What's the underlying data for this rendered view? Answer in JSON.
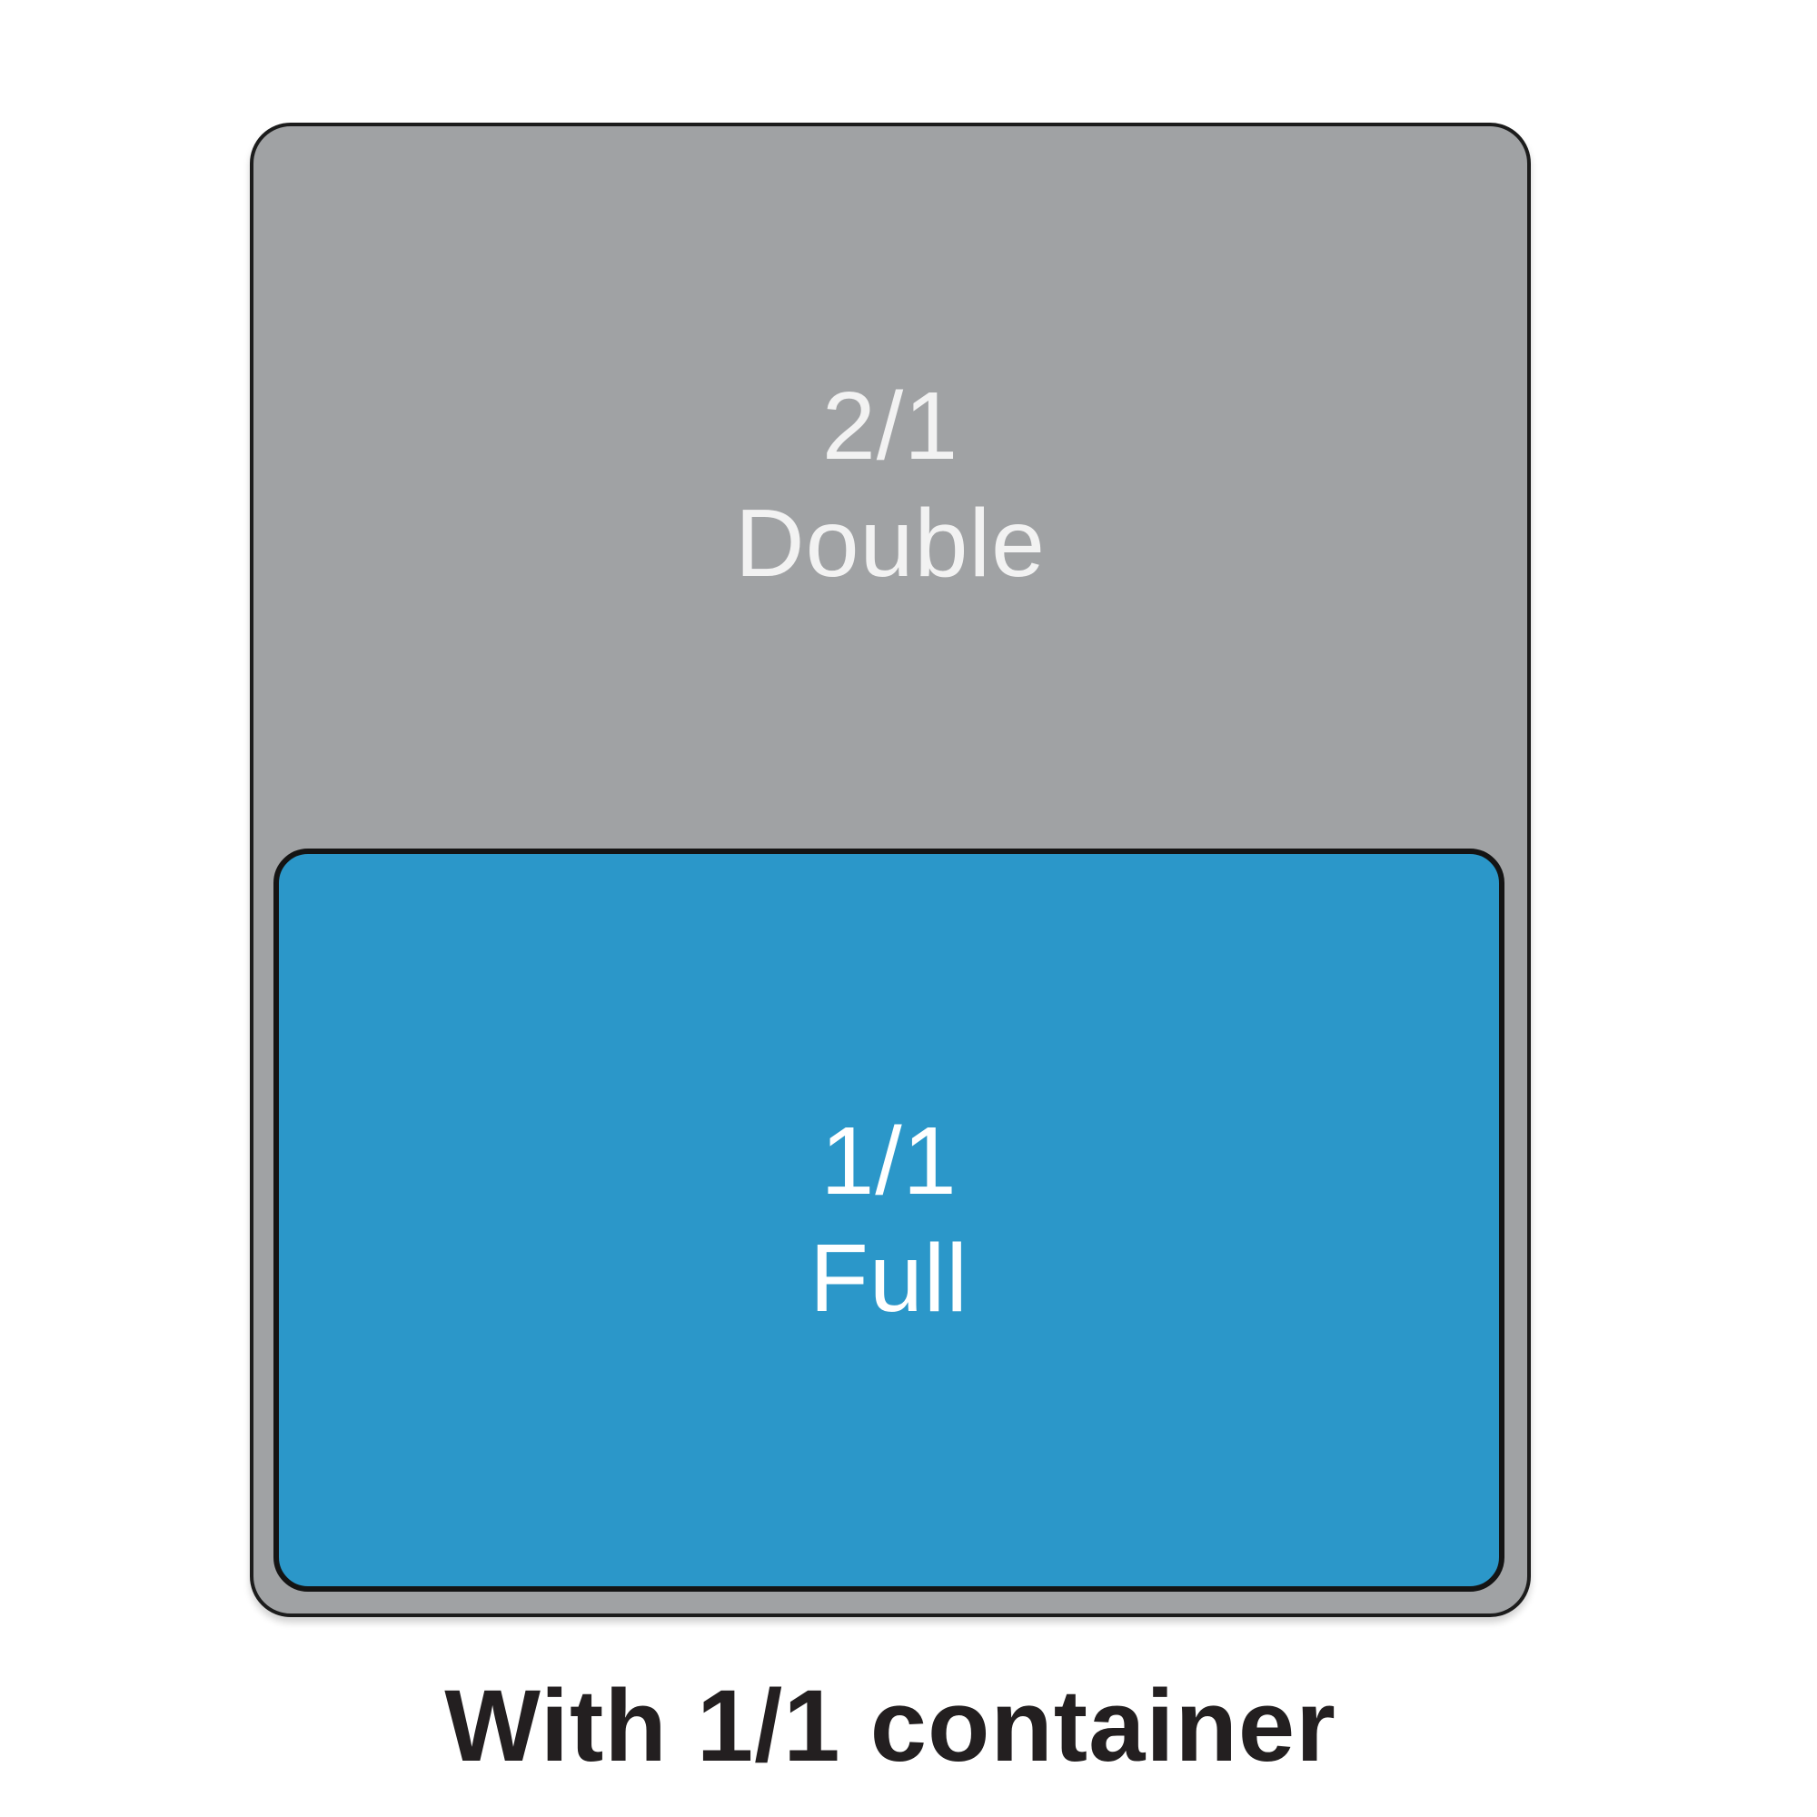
{
  "diagram": {
    "outer_container": {
      "label_line1": "2/1",
      "label_line2": "Double",
      "fill": "#a0a2a4",
      "border": "#1c1c1c"
    },
    "inner_container": {
      "label_line1": "1/1",
      "label_line2": "Full",
      "fill": "#2b97c9",
      "border": "#141414"
    },
    "caption": "With 1/1 container",
    "label_text_color_outer": "#f2f2f2",
    "label_text_color_inner": "#ffffff",
    "caption_text_color": "#231f20"
  }
}
